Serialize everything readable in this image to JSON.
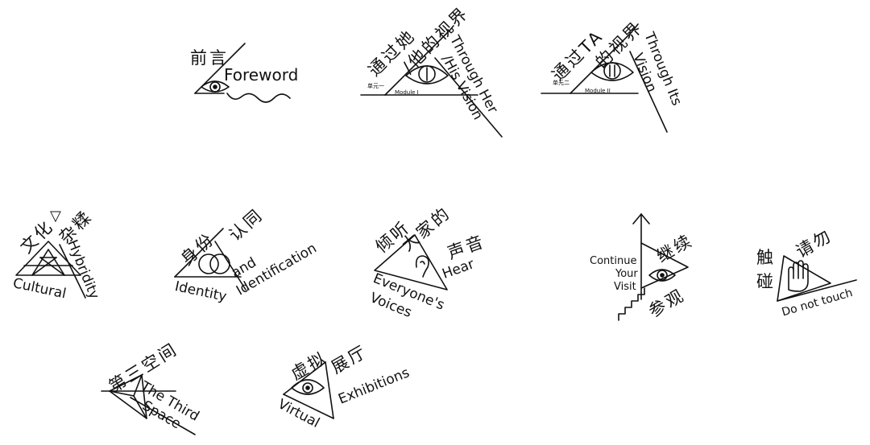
{
  "signs": {
    "foreword": {
      "zh": "前言",
      "en": "Foreword"
    },
    "module1": {
      "zh1": "通过她",
      "zh2": "/他的视界",
      "en1": "Through Her",
      "en2": "/His Vision",
      "tag_zh": "单元一",
      "tag_en": "Module I"
    },
    "module2": {
      "zh1": "通过TA",
      "zh2": "的视界",
      "en1": "Through Its",
      "en2": "Vision",
      "tag_zh": "单元二",
      "tag_en": "Module II"
    },
    "hybridity": {
      "zh1": "文化",
      "zh2": "杂糅",
      "symbol": "▽",
      "en1": "Cultural",
      "en2": "Hybridity"
    },
    "identity": {
      "zh1": "身份",
      "zh2": "认同",
      "en1": "Identity",
      "en2": "and",
      "en3": "Identification"
    },
    "voices": {
      "zh1": "倾听",
      "zh2": "大家的",
      "zh3": "声音",
      "en1": "Everyone's",
      "en2": "Voices",
      "en3": "Hear"
    },
    "continue": {
      "en1": "Continue",
      "en2": "Your",
      "en3": "Visit",
      "zh1": "继续",
      "zh2": "参观"
    },
    "no_touch": {
      "zh1": "请勿",
      "zh2": "触",
      "zh3": "碰",
      "en": "Do not touch"
    },
    "third_space": {
      "zh": "第三空间",
      "en1": "The Third",
      "en2": "Space"
    },
    "virtual": {
      "zh1": "虚拟",
      "zh2": "展厅",
      "en1": "Virtual",
      "en2": "Exhibitions"
    }
  },
  "icons": [
    "eye-icon",
    "ear-icon",
    "hand-icon",
    "arrow-up-icon",
    "stairs-icon",
    "venn-icon",
    "triangle-icon",
    "waves-icon"
  ],
  "colors": {
    "ink": "#111111",
    "background": "#ffffff"
  }
}
